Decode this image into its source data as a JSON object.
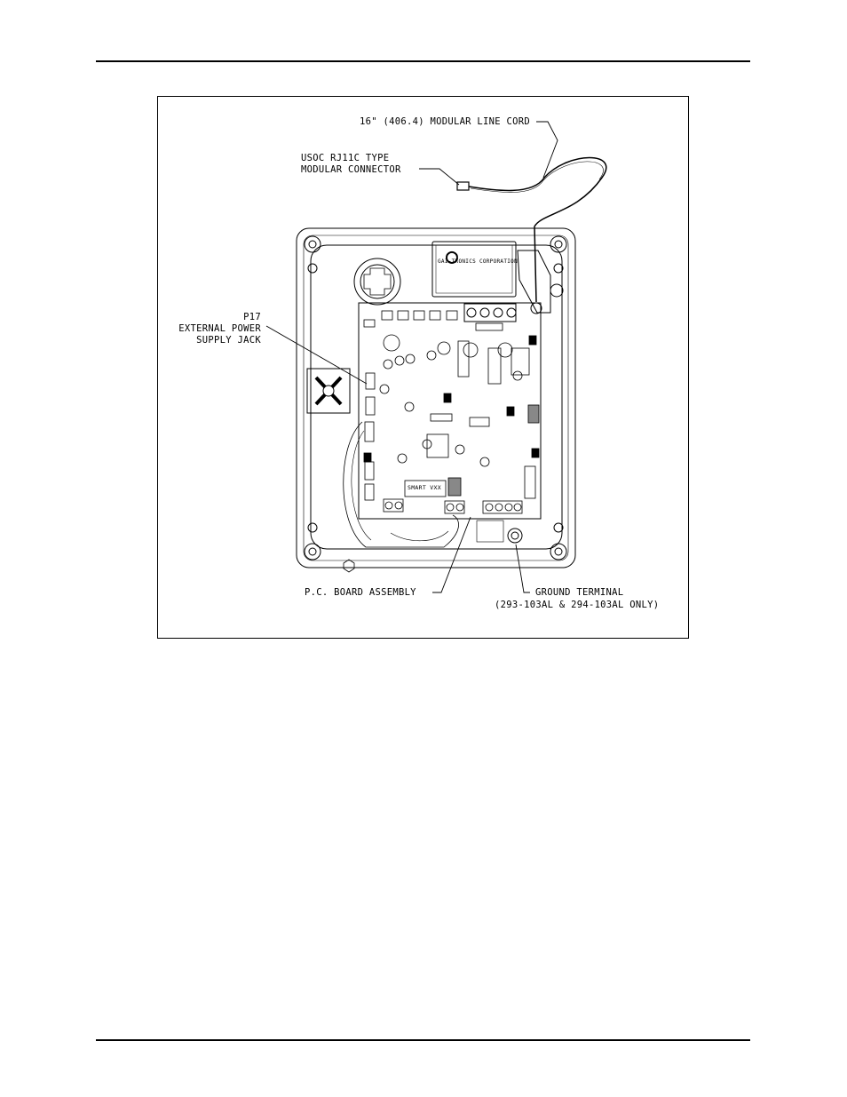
{
  "figure": {
    "callouts": {
      "line_cord": "16\" (406.4) MODULAR LINE CORD",
      "connector_line1": "USOC RJ11C TYPE",
      "connector_line2": "MODULAR CONNECTOR",
      "p17_line1": "P17",
      "p17_line2": "EXTERNAL POWER",
      "p17_line3": "SUPPLY JACK",
      "pcb_assembly": "P.C. BOARD ASSEMBLY",
      "ground_line1": "GROUND TERMINAL",
      "ground_line2": "(293-103AL & 294-103AL ONLY)"
    },
    "board_text": {
      "company": "GAI-TRONICS CORPORATION",
      "model": "SMART VXX"
    }
  }
}
